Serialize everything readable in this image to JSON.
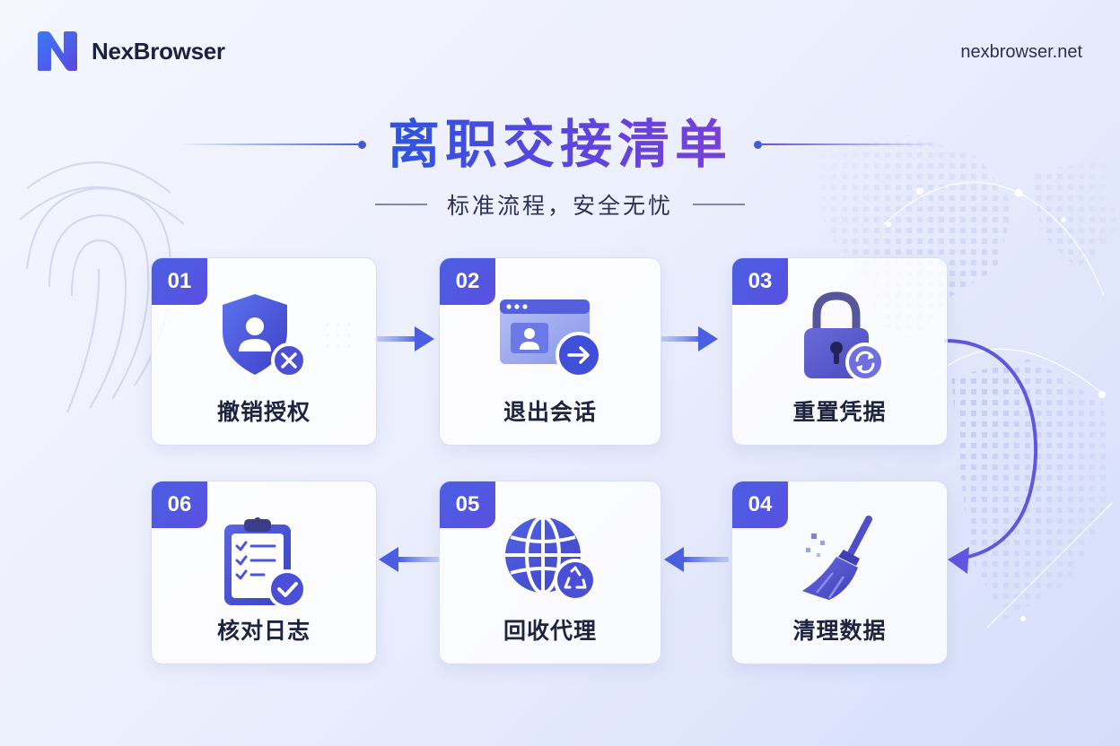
{
  "brand": {
    "name": "NexBrowser",
    "url": "nexbrowser.net",
    "logo_icon": "n-logo-icon"
  },
  "header": {
    "title": "离职交接清单",
    "subtitle": "标准流程，安全无忧"
  },
  "colors": {
    "primary": "#4a5fe2",
    "accent": "#6a4fdc",
    "text": "#1e2340",
    "background": "#eef1fd"
  },
  "steps": [
    {
      "number": "01",
      "label": "撤销授权",
      "icon": "shield-user-revoke-icon"
    },
    {
      "number": "02",
      "label": "退出会话",
      "icon": "browser-window-exit-icon"
    },
    {
      "number": "03",
      "label": "重置凭据",
      "icon": "padlock-refresh-icon"
    },
    {
      "number": "04",
      "label": "清理数据",
      "icon": "broom-icon"
    },
    {
      "number": "05",
      "label": "回收代理",
      "icon": "globe-recycle-icon"
    },
    {
      "number": "06",
      "label": "核对日志",
      "icon": "clipboard-check-icon"
    }
  ]
}
